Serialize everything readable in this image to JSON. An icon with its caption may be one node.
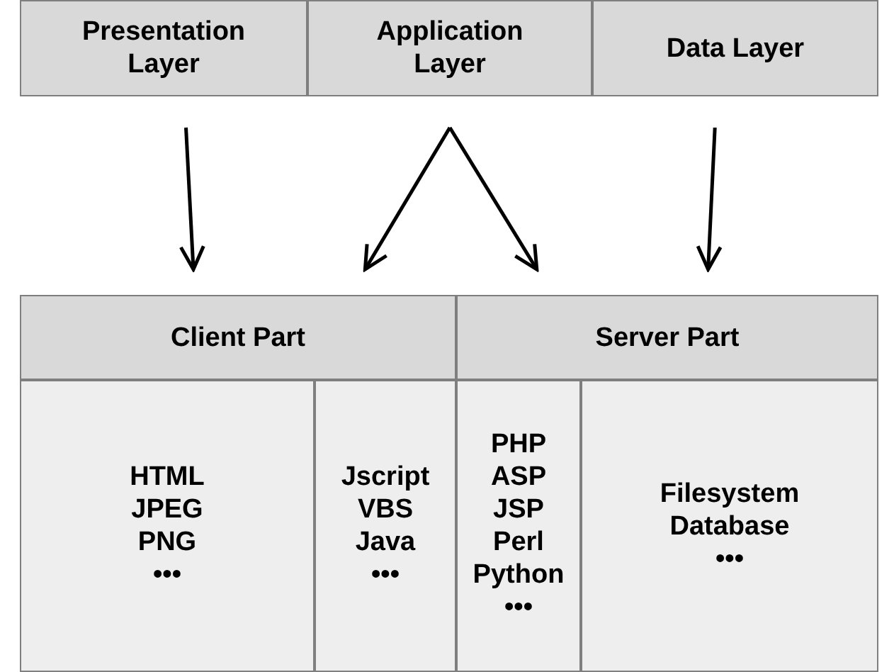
{
  "diagram": {
    "nodes": [
      {
        "text": [
          "Presentation Layer"
        ]
      },
      {
        "text": [
          "Application Layer"
        ]
      },
      {
        "text": [
          "Data Layer"
        ]
      },
      {
        "text": [
          "Client Part"
        ]
      },
      {
        "text": [
          "Server Part"
        ]
      },
      {
        "text": [
          "HTML",
          "JPEG",
          "PNG",
          "•••"
        ]
      },
      {
        "text": [
          "Jscript",
          "VBS",
          "Java",
          "•••"
        ]
      },
      {
        "text": [
          "PHP",
          "ASP",
          "JSP",
          "Perl",
          "Python",
          "•••"
        ]
      },
      {
        "text": [
          "Filesystem",
          "Database",
          "•••"
        ]
      }
    ],
    "edges": [
      {
        "from": 0,
        "to": 3,
        "arrow": "to"
      },
      {
        "from": 1,
        "to": 3,
        "arrow": "to"
      },
      {
        "from": 1,
        "to": 4,
        "arrow": "to"
      },
      {
        "from": 2,
        "to": 4,
        "arrow": "to"
      }
    ]
  }
}
